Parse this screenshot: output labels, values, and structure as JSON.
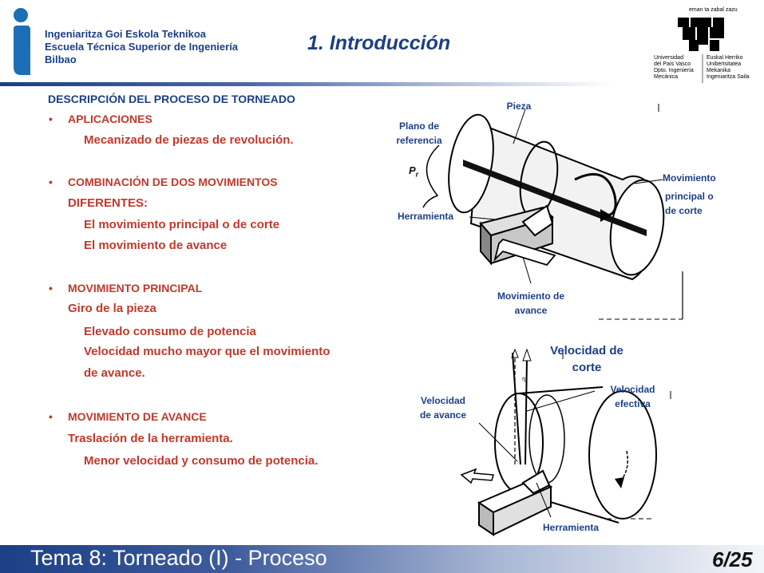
{
  "header": {
    "org_line1": "Ingeniaritza Goi Eskola Teknikoa",
    "org_line2": "Escuela Técnica Superior de Ingeniería",
    "org_line3": "Bilbao",
    "title": "1. Introducción",
    "uni_logo": {
      "motto": "eman ta zabal zazu",
      "left_lines": [
        "Universidad",
        "del País Vasco",
        "Dpto. Ingeniería",
        "Mecánica"
      ],
      "right_lines": [
        "Euskal Herriko",
        "Unibertsitatea",
        "Mekanika",
        "Ingeniaritza Saila"
      ]
    }
  },
  "content": {
    "section_title": "DESCRIPCIÓN DEL PROCESO DE TORNEADO",
    "items": [
      {
        "id": "aplicaciones",
        "bullet": "•",
        "text": "APLICACIONES"
      },
      {
        "id": "mecanizado",
        "text": "Mecanizado de piezas de revolución."
      },
      {
        "id": "combinacion",
        "bullet": "•",
        "text": "COMBINACIÓN DE DOS MOVIMIENTOS"
      },
      {
        "id": "diferentes",
        "text": "DIFERENTES:"
      },
      {
        "id": "mov-principal-corte",
        "text": "El movimiento principal o de corte"
      },
      {
        "id": "mov-avance",
        "text": "El movimiento de avance"
      },
      {
        "id": "movimiento-principal",
        "bullet": "•",
        "text": "MOVIMIENTO PRINCIPAL"
      },
      {
        "id": "giro",
        "text": "Giro de la pieza"
      },
      {
        "id": "elevado",
        "text": "Elevado consumo de potencia"
      },
      {
        "id": "velocidad-mayor",
        "text": "Velocidad mucho mayor que el movimiento"
      },
      {
        "id": "de-avance",
        "text": "de avance."
      },
      {
        "id": "movimiento-avance",
        "bullet": "•",
        "text": "MOVIMIENTO DE AVANCE"
      },
      {
        "id": "traslacion",
        "text": "Traslación de la herramienta."
      },
      {
        "id": "menor",
        "text": "Menor velocidad y consumo de potencia."
      }
    ]
  },
  "figure1": {
    "pieza": "Pieza",
    "plano_line1": "Plano de",
    "plano_line2": "referencia",
    "pr_symbol": "P",
    "pr_sub": "r",
    "herramienta": "Herramienta",
    "movimiento_line1": "Movimiento",
    "movimiento_line2": "principal  o",
    "movimiento_line3": "de corte",
    "avance_line1": "Movimiento de",
    "avance_line2": "avance"
  },
  "figure2": {
    "velocidad_corte_line1": "Velocidad de",
    "velocidad_corte_line2": "corte",
    "velocidad_avance_line1": "Velocidad",
    "velocidad_avance_line2": "de avance",
    "velocidad_efectiva_line1": "Velocidad",
    "velocidad_efectiva_line2": "efectiva",
    "eta_symbol": "η",
    "herramienta": "Herramienta"
  },
  "footer": {
    "title": "Tema 8: Torneado (I) - Proceso",
    "page": "6/25"
  },
  "colors": {
    "primary_blue": "#1c3f86",
    "text_red": "#c0392b"
  }
}
